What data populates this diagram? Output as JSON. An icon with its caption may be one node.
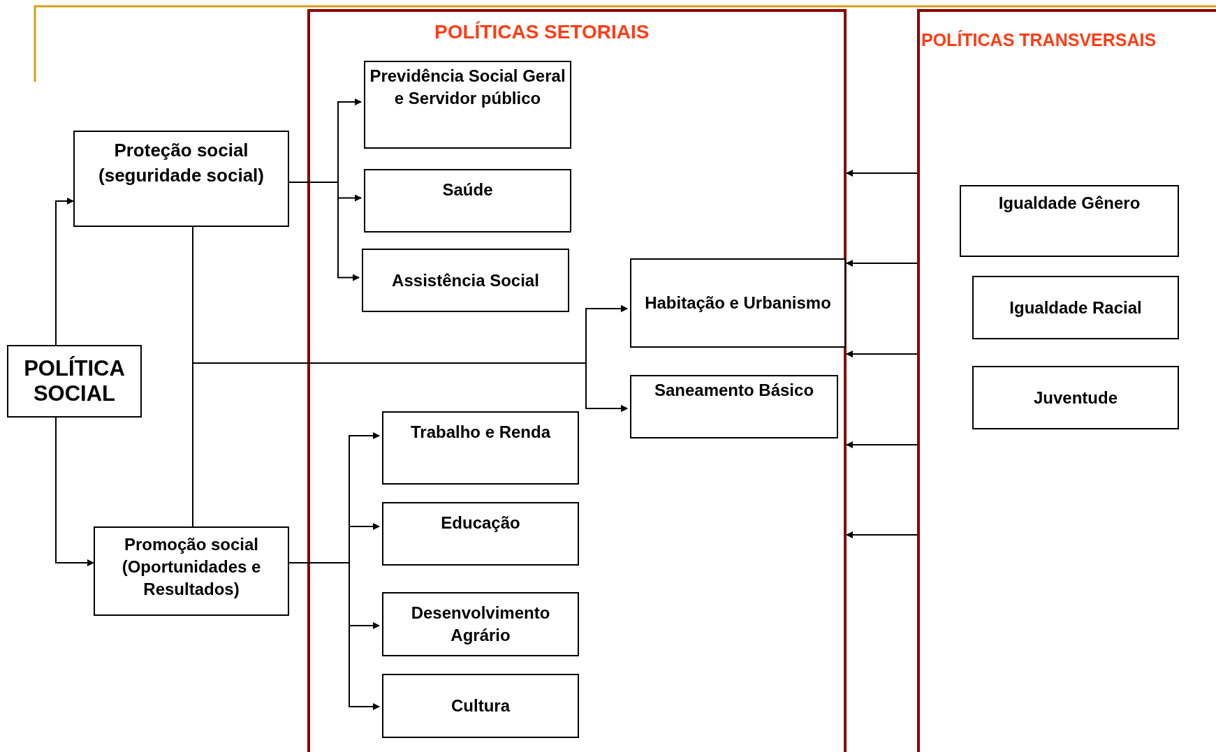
{
  "diagram": {
    "nodes": [
      {
        "text": [
          "POLÍTICA SOCIAL"
        ]
      },
      {
        "text": [
          "Proteção social (seguridade social)"
        ]
      },
      {
        "text": [
          "Promoção social (Oportunidades e Resultados)"
        ]
      },
      {
        "text": [
          "POLÍTICAS SETORIAIS"
        ]
      },
      {
        "text": [
          "Previdência Social Geral  e Servidor público"
        ],
        "in": 3
      },
      {
        "text": [
          "Saúde"
        ],
        "in": 3
      },
      {
        "text": [
          "Assistência Social"
        ],
        "in": 3
      },
      {
        "text": [
          "Habitação e Urbanismo"
        ],
        "in": 3
      },
      {
        "text": [
          "Saneamento Básico"
        ],
        "in": 3
      },
      {
        "text": [
          "Trabalho e Renda"
        ],
        "in": 3
      },
      {
        "text": [
          "Educação"
        ],
        "in": 3
      },
      {
        "text": [
          "Desenvolvimento Agrário"
        ],
        "in": 3
      },
      {
        "text": [
          "Cultura"
        ],
        "in": 3
      },
      {
        "text": [
          "POLÍTICAS TRANSVERSAIS"
        ]
      },
      {
        "text": [
          "Igualdade Gênero"
        ],
        "in": 13
      },
      {
        "text": [
          "Igualdade Racial"
        ],
        "in": 13
      },
      {
        "text": [
          "Juventude"
        ],
        "in": 13
      }
    ],
    "edges": [
      {
        "from": 0,
        "to": 1,
        "arrow": "to"
      },
      {
        "from": 0,
        "to": 2,
        "arrow": "to"
      },
      {
        "from": 1,
        "to": 4,
        "arrow": "to"
      },
      {
        "from": 1,
        "to": 5,
        "arrow": "to"
      },
      {
        "from": 1,
        "to": 6,
        "arrow": "to"
      },
      {
        "from": 1,
        "to": 7,
        "arrow": "to"
      },
      {
        "from": 1,
        "to": 8,
        "arrow": "to"
      },
      {
        "from": 2,
        "to": 7,
        "arrow": "to"
      },
      {
        "from": 2,
        "to": 8,
        "arrow": "to"
      },
      {
        "from": 2,
        "to": 9,
        "arrow": "to"
      },
      {
        "from": 2,
        "to": 10,
        "arrow": "to"
      },
      {
        "from": 2,
        "to": 11,
        "arrow": "to"
      },
      {
        "from": 2,
        "to": 12,
        "arrow": "to"
      },
      {
        "from": 13,
        "to": 3,
        "arrow": "to"
      },
      {
        "from": 13,
        "to": 3,
        "arrow": "to"
      },
      {
        "from": 13,
        "to": 3,
        "arrow": "to"
      },
      {
        "from": 13,
        "to": 3,
        "arrow": "to"
      },
      {
        "from": 13,
        "to": 3,
        "arrow": "to"
      }
    ]
  }
}
